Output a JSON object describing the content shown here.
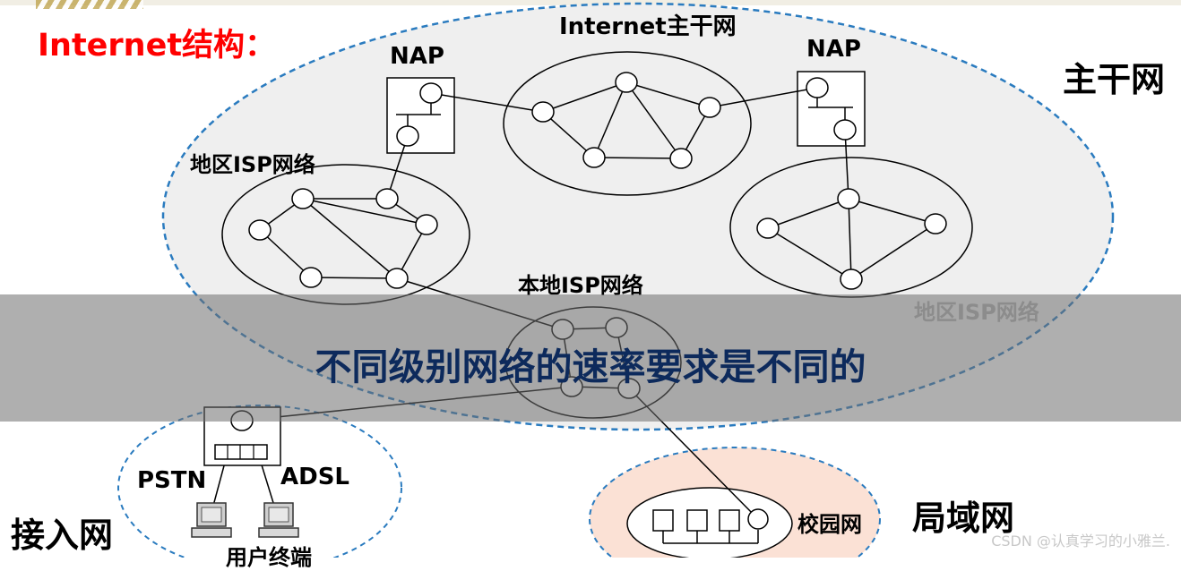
{
  "slide": {
    "title": "Internet结构："
  },
  "labels": {
    "backbone_net": "Internet主干网",
    "nap_left": "NAP",
    "nap_right": "NAP",
    "backbone_tier": "主干网",
    "regional_isp_left": "地区ISP网络",
    "regional_isp_right": "地区ISP网络",
    "local_isp": "本地ISP网络",
    "pstn": "PSTN",
    "adsl": "ADSL",
    "access_tier": "接入网",
    "user_terminal": "用户终端",
    "campus_net": "校园网",
    "lan_tier": "局域网"
  },
  "banner": {
    "text": "不同级别网络的速率要求是不同的"
  },
  "watermark": "CSDN @认真学习的小雅兰.",
  "colors": {
    "title_red": "#ff0000",
    "banner_text": "#0d2a5c",
    "dashed_border": "#2a7bbf",
    "campus_fill": "#fbe1d5"
  }
}
